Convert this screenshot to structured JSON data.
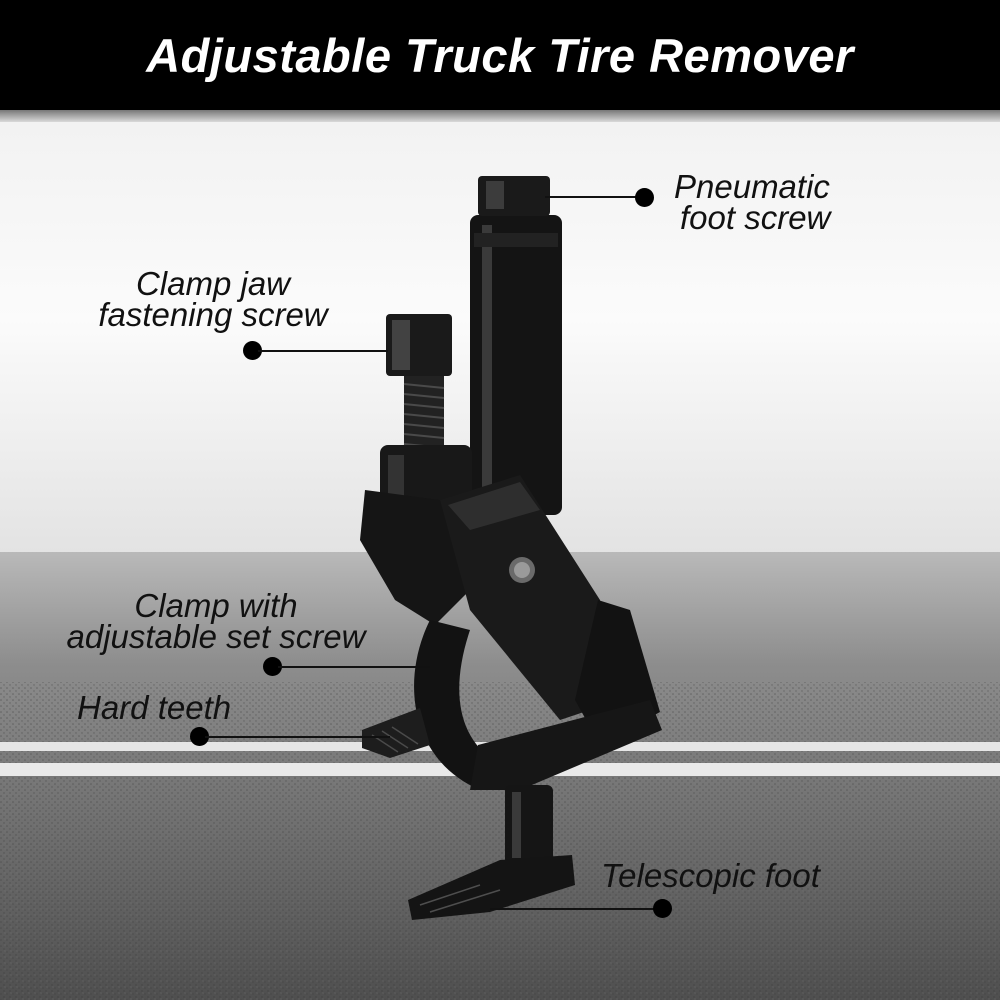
{
  "header": {
    "title": "Adjustable Truck Tire Remover",
    "background": "#000000",
    "text_color": "#ffffff"
  },
  "callouts": [
    {
      "id": "pneumatic-foot-screw",
      "lines": [
        "Pneumatic",
        "foot screw"
      ]
    },
    {
      "id": "clamp-jaw-fastening-screw",
      "lines": [
        "Clamp jaw",
        "fastening screw"
      ]
    },
    {
      "id": "clamp-adjustable-set-screw",
      "lines": [
        "Clamp with",
        "adjustable set screw"
      ]
    },
    {
      "id": "hard-teeth",
      "lines": [
        "Hard teeth"
      ]
    },
    {
      "id": "telescopic-foot",
      "lines": [
        "Telescopic foot"
      ]
    }
  ],
  "colors": {
    "tool": "#111111",
    "road": "#5a5a5a",
    "lane_marking": "#e6e6e6",
    "fog": "#f4f4f4"
  }
}
